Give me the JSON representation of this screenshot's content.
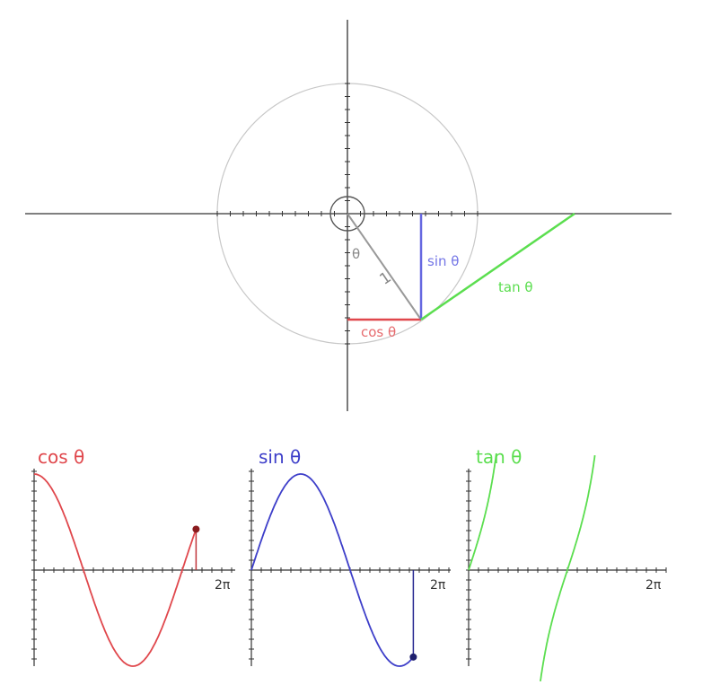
{
  "unit_circle": {
    "theta_label": "θ",
    "radius_label": "1",
    "sin_label": "sin θ",
    "cos_label": "cos θ",
    "tan_label": "tan θ"
  },
  "graphs": [
    {
      "id": "cos",
      "title": "cos θ",
      "xmax_label": "2π"
    },
    {
      "id": "sin",
      "title": "sin θ",
      "xmax_label": "2π"
    },
    {
      "id": "tan",
      "title": "tan θ",
      "xmax_label": "2π"
    }
  ],
  "colors": {
    "cos": "#e0474c",
    "sin": "#3d3ec9",
    "tan": "#5bde4f",
    "axis": "#333333",
    "circle": "#c8c8c8",
    "radius": "#999999"
  }
}
